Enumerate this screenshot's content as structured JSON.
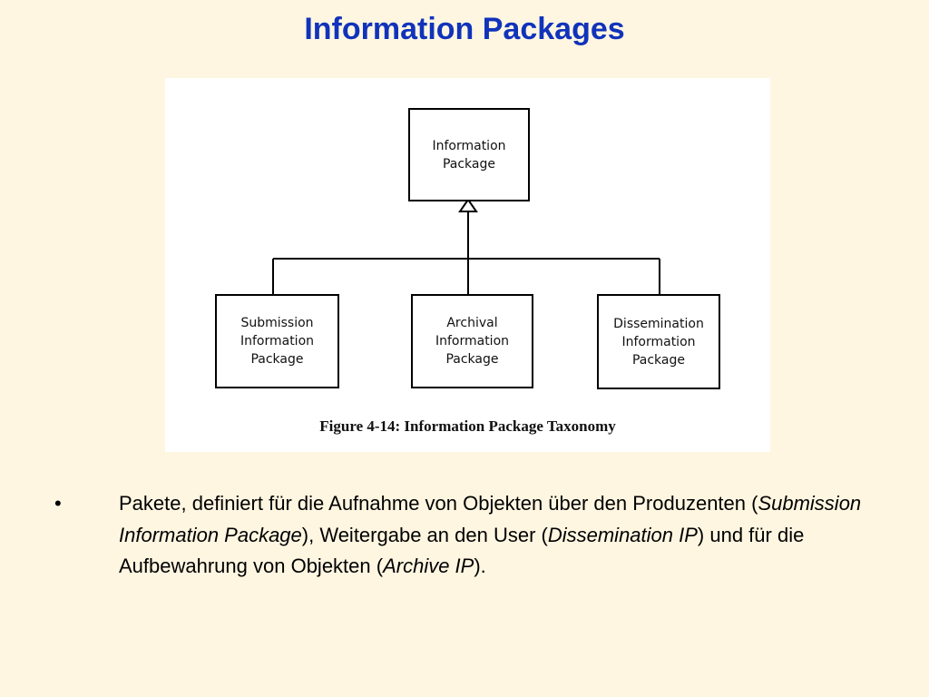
{
  "slide": {
    "title": "Information Packages"
  },
  "diagram": {
    "root": {
      "line1": "Information",
      "line2": "Package"
    },
    "children": [
      {
        "line1": "Submission",
        "line2": "Information",
        "line3": "Package"
      },
      {
        "line1": "Archival",
        "line2": "Information",
        "line3": "Package"
      },
      {
        "line1": "Dissemination",
        "line2": "Information",
        "line3": "Package"
      }
    ],
    "caption": "Figure 4-14:  Information Package Taxonomy"
  },
  "bullet": {
    "marker": "•",
    "t1": "Pakete, definiert für die Aufnahme von Objekten über  den Produzenten (",
    "e1": "Submission Information Package",
    "t2": "), Weitergabe an den User  (",
    "e2": "Dissemination IP",
    "t3": ") und für die Aufbewahrung von Objekten (",
    "e3": "Archive IP",
    "t4": ")."
  },
  "colors": {
    "background": "#fff6e1",
    "title": "#1133bb"
  }
}
